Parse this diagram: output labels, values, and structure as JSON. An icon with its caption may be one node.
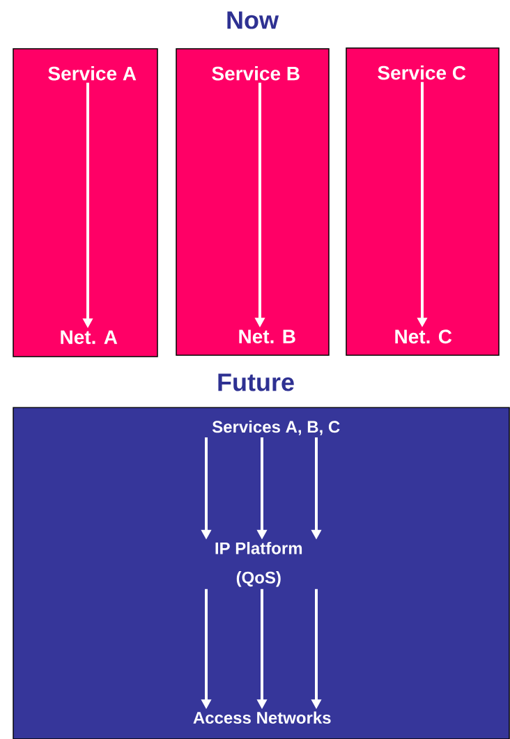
{
  "diagram": {
    "nodes": [
      {
        "text": [],
        "shape": "box"
      },
      {
        "text": [
          "Service A"
        ],
        "in": 0
      },
      {
        "text": [
          "Net. A"
        ],
        "in": 0
      },
      {
        "text": [],
        "shape": "box"
      },
      {
        "text": [
          "Service B"
        ],
        "in": 3
      },
      {
        "text": [
          "Net. B"
        ],
        "in": 3
      },
      {
        "text": [],
        "shape": "box"
      },
      {
        "text": [
          "Service C"
        ],
        "in": 6
      },
      {
        "text": [
          "Net. C"
        ],
        "in": 6
      },
      {
        "text": [],
        "shape": "box"
      },
      {
        "text": [
          "Services A, B, C"
        ],
        "in": 9
      },
      {
        "text": [
          "IP Platform (QoS)"
        ],
        "in": 9
      },
      {
        "text": [
          "Access Networks"
        ],
        "in": 9
      }
    ],
    "edges": [
      {
        "from": 1,
        "to": 2,
        "arrow": "to"
      },
      {
        "from": 4,
        "to": 5,
        "arrow": "to"
      },
      {
        "from": 7,
        "to": 8,
        "arrow": "to"
      },
      {
        "from": 10,
        "to": 11,
        "arrow": "to"
      },
      {
        "from": 10,
        "to": 11,
        "arrow": "to"
      },
      {
        "from": 10,
        "to": 11,
        "arrow": "to"
      },
      {
        "from": 11,
        "to": 12,
        "arrow": "to"
      },
      {
        "from": 11,
        "to": 12,
        "arrow": "to"
      },
      {
        "from": 11,
        "to": 12,
        "arrow": "to"
      }
    ],
    "labels": [
      "Now",
      "Future"
    ]
  }
}
